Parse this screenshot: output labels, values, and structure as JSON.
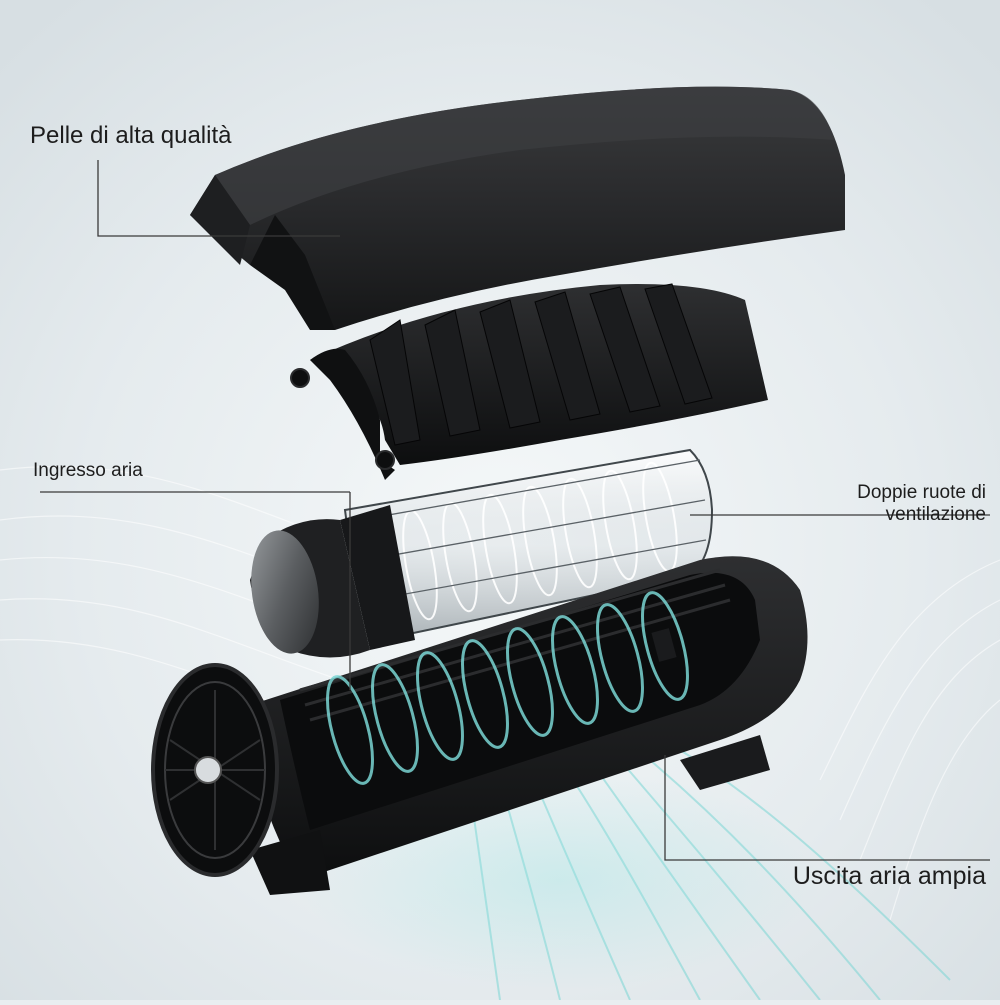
{
  "callouts": {
    "leather": "Pelle di alta qualità",
    "air_inlet": "Ingresso aria",
    "fan_wheels_line1": "Doppie ruote di",
    "fan_wheels_line2": "ventilazione",
    "air_outlet": "Uscita aria ampia"
  },
  "colors": {
    "background": "#e9eef0",
    "shell": "#1a1b1d",
    "airflow": "#7ad6d3",
    "leader_line": "#3a3a3a"
  }
}
